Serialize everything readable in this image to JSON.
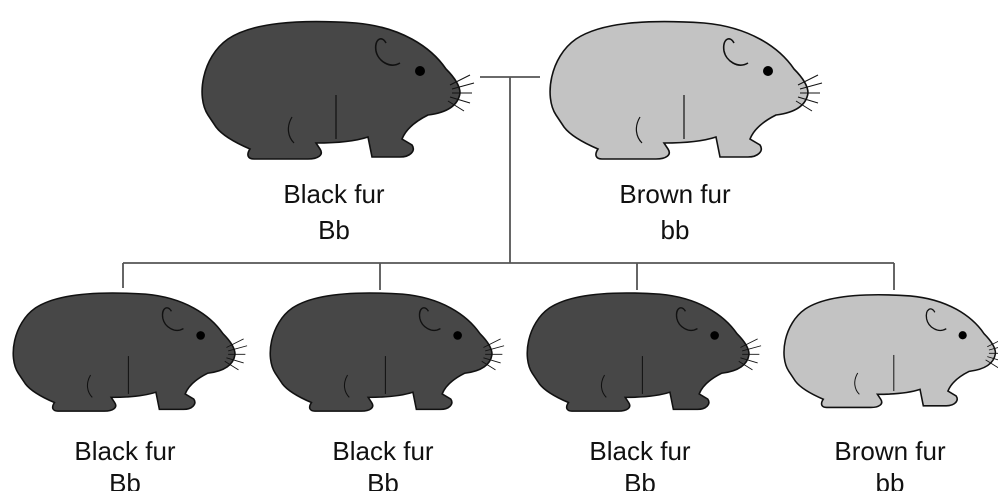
{
  "parents": [
    {
      "phenotype": "Black fur",
      "genotype": "Bb",
      "fur_color": "#474747"
    },
    {
      "phenotype": "Brown fur",
      "genotype": "bb",
      "fur_color": "#c3c3c3"
    }
  ],
  "offspring": [
    {
      "phenotype": "Black fur",
      "genotype": "Bb",
      "fur_color": "#474747"
    },
    {
      "phenotype": "Black fur",
      "genotype": "Bb",
      "fur_color": "#474747"
    },
    {
      "phenotype": "Black fur",
      "genotype": "Bb",
      "fur_color": "#474747"
    },
    {
      "phenotype": "Brown fur",
      "genotype": "bb",
      "fur_color": "#c3c3c3"
    }
  ],
  "colors": {
    "outline": "#111111",
    "line": "#555555",
    "eye": "#000000"
  },
  "icons": {
    "animal": "guinea-pig-icon"
  }
}
